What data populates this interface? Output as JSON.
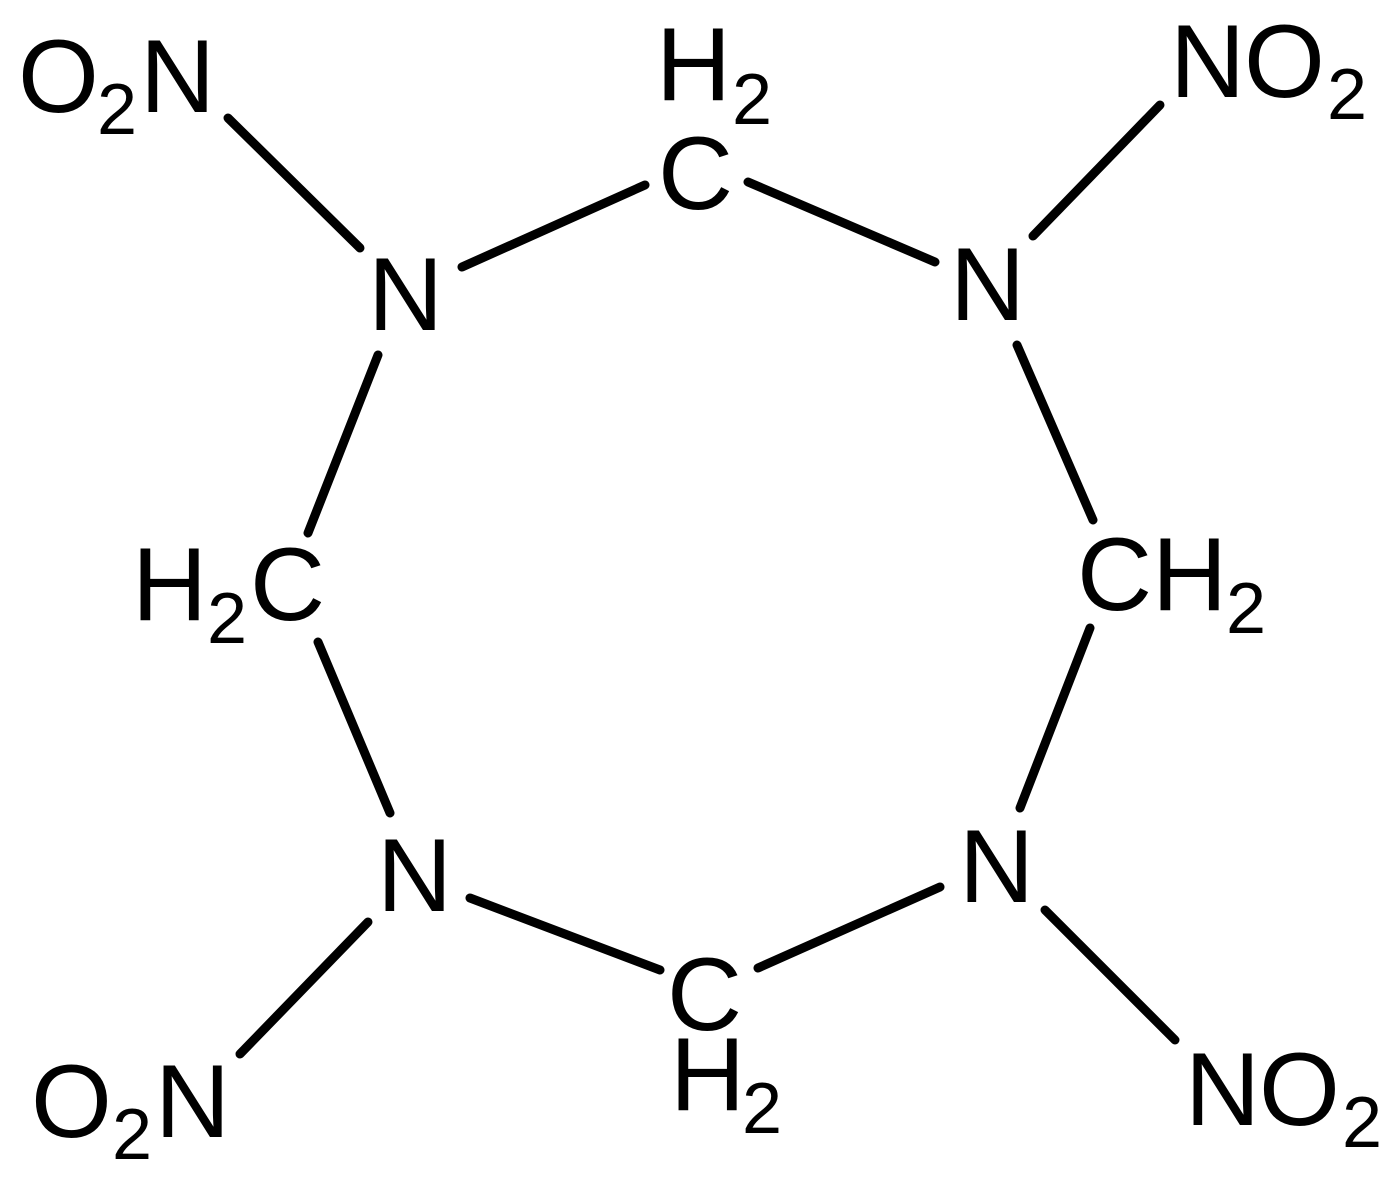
{
  "diagram": {
    "type": "chemical-structure",
    "ring_atoms": {
      "n_upper_left": "N",
      "c_top": "C",
      "c_top_h": "H",
      "c_top_h_count": "2",
      "n_upper_right": "N",
      "c_right": "C",
      "c_right_h": "H",
      "c_right_h_count": "2",
      "n_lower_right": "N",
      "c_bottom": "C",
      "c_bottom_h": "H",
      "c_bottom_h_count": "2",
      "n_lower_left": "N",
      "c_left_h": "H",
      "c_left_h_count": "2",
      "c_left": "C"
    },
    "substituents": {
      "top_left": {
        "o": "O",
        "count": "2",
        "n": "N"
      },
      "top_right": {
        "n": "N",
        "o": "O",
        "count": "2"
      },
      "bottom_left": {
        "o": "O",
        "count": "2",
        "n": "N"
      },
      "bottom_right": {
        "n": "N",
        "o": "O",
        "count": "2"
      }
    },
    "colors": {
      "ink": "#000000",
      "background": "#ffffff"
    }
  }
}
